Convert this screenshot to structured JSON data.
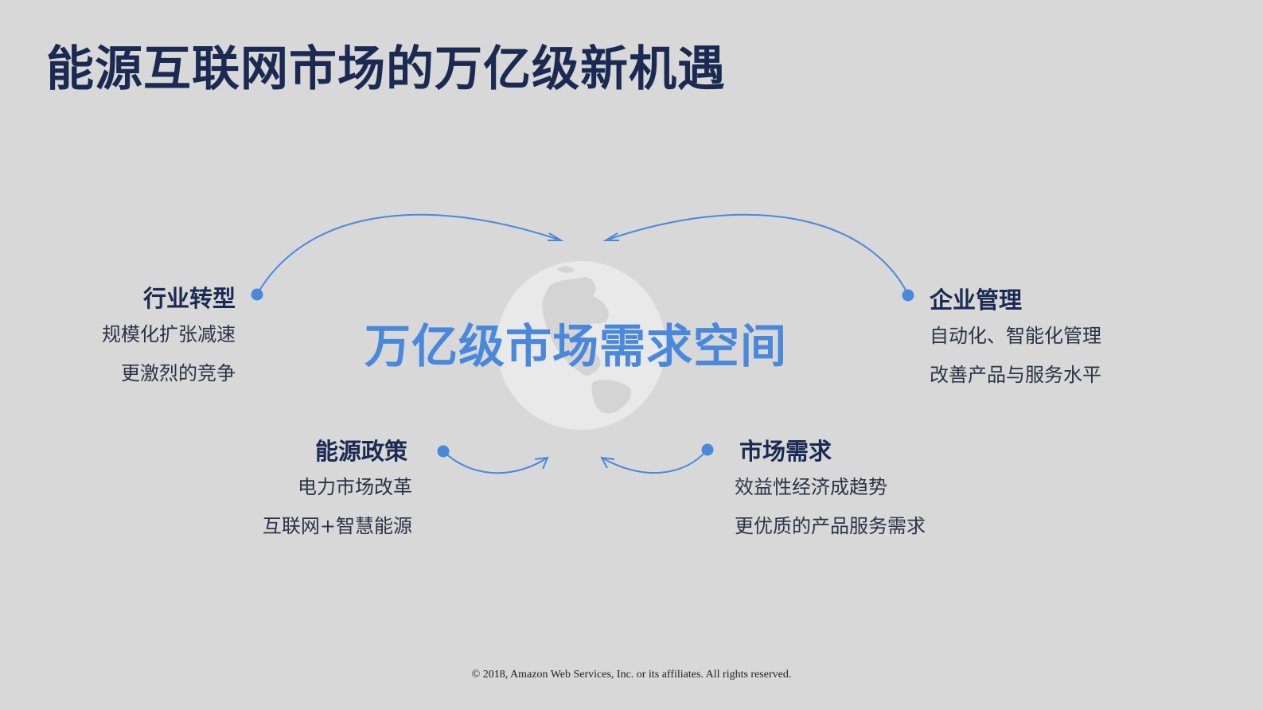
{
  "slide": {
    "title": "能源互联网市场的万亿级新机遇",
    "center_label": "万亿级市场需求空间",
    "accent_color": "#4a88dc",
    "title_color": "#1b2a52",
    "background": "#d8d8d8",
    "globe_icon": "globe-icon",
    "quadrants": [
      {
        "heading": "行业转型",
        "lines": [
          "规模化扩张减速",
          "更激烈的竞争"
        ]
      },
      {
        "heading": "企业管理",
        "lines": [
          "自动化、智能化管理",
          "改善产品与服务水平"
        ]
      },
      {
        "heading": "能源政策",
        "lines": [
          "电力市场改革",
          "互联网+智慧能源"
        ]
      },
      {
        "heading": "市场需求",
        "lines": [
          "效益性经济成趋势",
          "更优质的产品服务需求"
        ]
      }
    ],
    "footer": "© 2018, Amazon Web Services, Inc. or its affiliates. All rights reserved."
  }
}
